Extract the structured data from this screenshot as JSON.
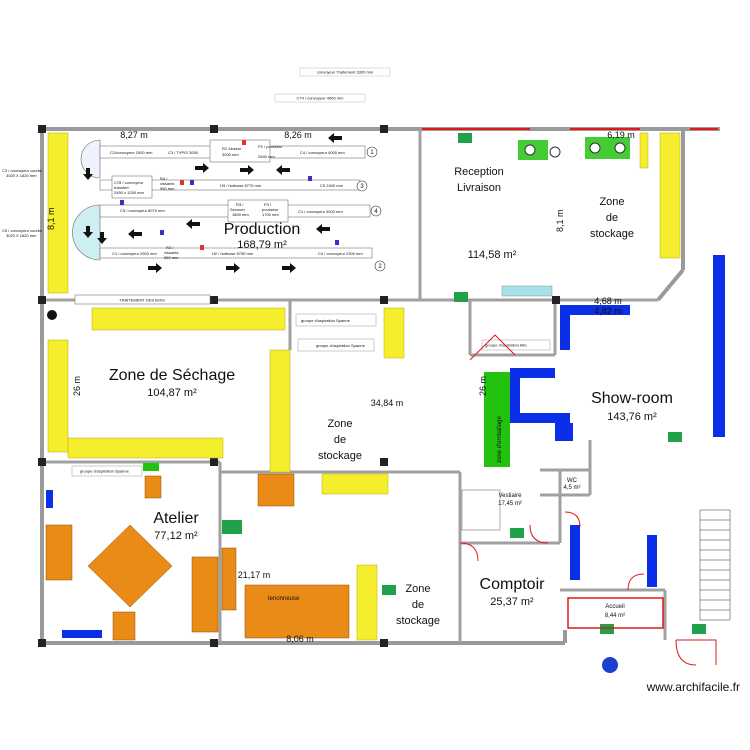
{
  "top_labels": {
    "convoyeur_top": "convoyeur Traitement 3300 mm",
    "c74": "C74 / convoyeur 4000 mm"
  },
  "rooms": {
    "production": {
      "name": "Production",
      "area": "168,79 m²"
    },
    "reception": {
      "name_line1": "Reception",
      "name_line2": "Livraison",
      "area": "114,58 m²"
    },
    "stockage_ne": {
      "line1": "Zone",
      "line2": "de",
      "line3": "stockage"
    },
    "sechage": {
      "name": "Zone de Séchage",
      "area": "104,87 m²"
    },
    "stockage_center": {
      "line1": "Zone",
      "line2": "de",
      "line3": "stockage"
    },
    "showroom": {
      "name": "Show-room",
      "area": "143,76 m²"
    },
    "atelier": {
      "name": "Atelier",
      "area": "77,12 m²"
    },
    "stockage_south": {
      "line1": "Zone",
      "line2": "de",
      "line3": "stockage"
    },
    "comptoir": {
      "name": "Comptoir",
      "area": "25,37 m²"
    },
    "accueil": {
      "name": "Accueil",
      "area": "8,44 m²"
    },
    "vestiaire": {
      "name": "Vestiaire",
      "area": "17,45 m²"
    },
    "wc": {
      "name": "WC",
      "area": "4,5 m²"
    },
    "emballage": "zone d'emballage"
  },
  "dimensions": {
    "d1": "8,27 m",
    "d2": "8,26 m",
    "d3": "6,19 m",
    "d4": "8,1 m",
    "d5": "8,1 m",
    "d6": "4,68 m",
    "d7": "4,82 m",
    "d8": "26 m",
    "d9": "34,84 m",
    "d10": "26 m",
    "d11": "21,17 m",
    "d12": "8,06 m"
  },
  "equipment": {
    "c3_curve": "C3 / convoyeur courbe",
    "c3_curve_size": "3020 X 1620 mm",
    "c5_curve": "C5 / convoyeur courbe",
    "c5_curve_size": "3020 X 1620 mm",
    "c2": "C2/convoyeur 2000 mm",
    "c3_tvpis": "C3 / TVPIS 3050",
    "r2_doseur": "R2 /doseur",
    "r2_size": "3000 mm",
    "p2": "P2 / pousseur",
    "p2_size": "2640 mm",
    "c4": "C4 / convoyeur 4000 mm",
    "c78": "C78 / convoyeur",
    "c78_b": "transfert",
    "c78_size": "2450 x 1200 mm",
    "r4": "R4 /",
    "r4_b": "vissants",
    "r4_size": "950 mm",
    "h3": "H3 / huileuse 6770 mm",
    "c5_2400": "C5 2400 mm",
    "c5_6070": "C5 / convoyeur 6070 mm",
    "r3": "R3 /",
    "r3_b": "Secouer",
    "r3_size": "1800 mm",
    "p3": "P3 /",
    "p3_b": "pousseur",
    "p3_size": "1700 mm",
    "c1_4000": "C1 / convoyeur 4000 mm",
    "c1_2900": "C1 / convoyeur 2900 mm",
    "r2b": "R2 /",
    "r2b_b": "vissants",
    "r2b_size": "950 mm",
    "h2": "H2 / huileuse 6750 mm",
    "c4_2300": "C4 / convoyeur 2300 mm",
    "traitement": "TRAITEMENT DES BOIS",
    "aspiration1": "groupe d'aspiration Spanne",
    "aspiration2": "groupe d'aspiration Spanne",
    "aspiration3": "groupe d'aspiration Alto",
    "aspiration4": "groupe d'aspiration Spanne",
    "tenonneuse": "tenonneuse",
    "circle1": "1",
    "circle2": "2",
    "circle3": "3",
    "circle4": "4"
  },
  "watermark": "www.archifacile.fr",
  "colors": {
    "wall": "#9a9a9a",
    "yellow": "#f4ee2e",
    "orange": "#e98b16",
    "blue": "#0b2ee8",
    "green": "#22c30f",
    "exit": "#21a24a",
    "door": "#e01919",
    "handicap": "#1c3fd0"
  }
}
